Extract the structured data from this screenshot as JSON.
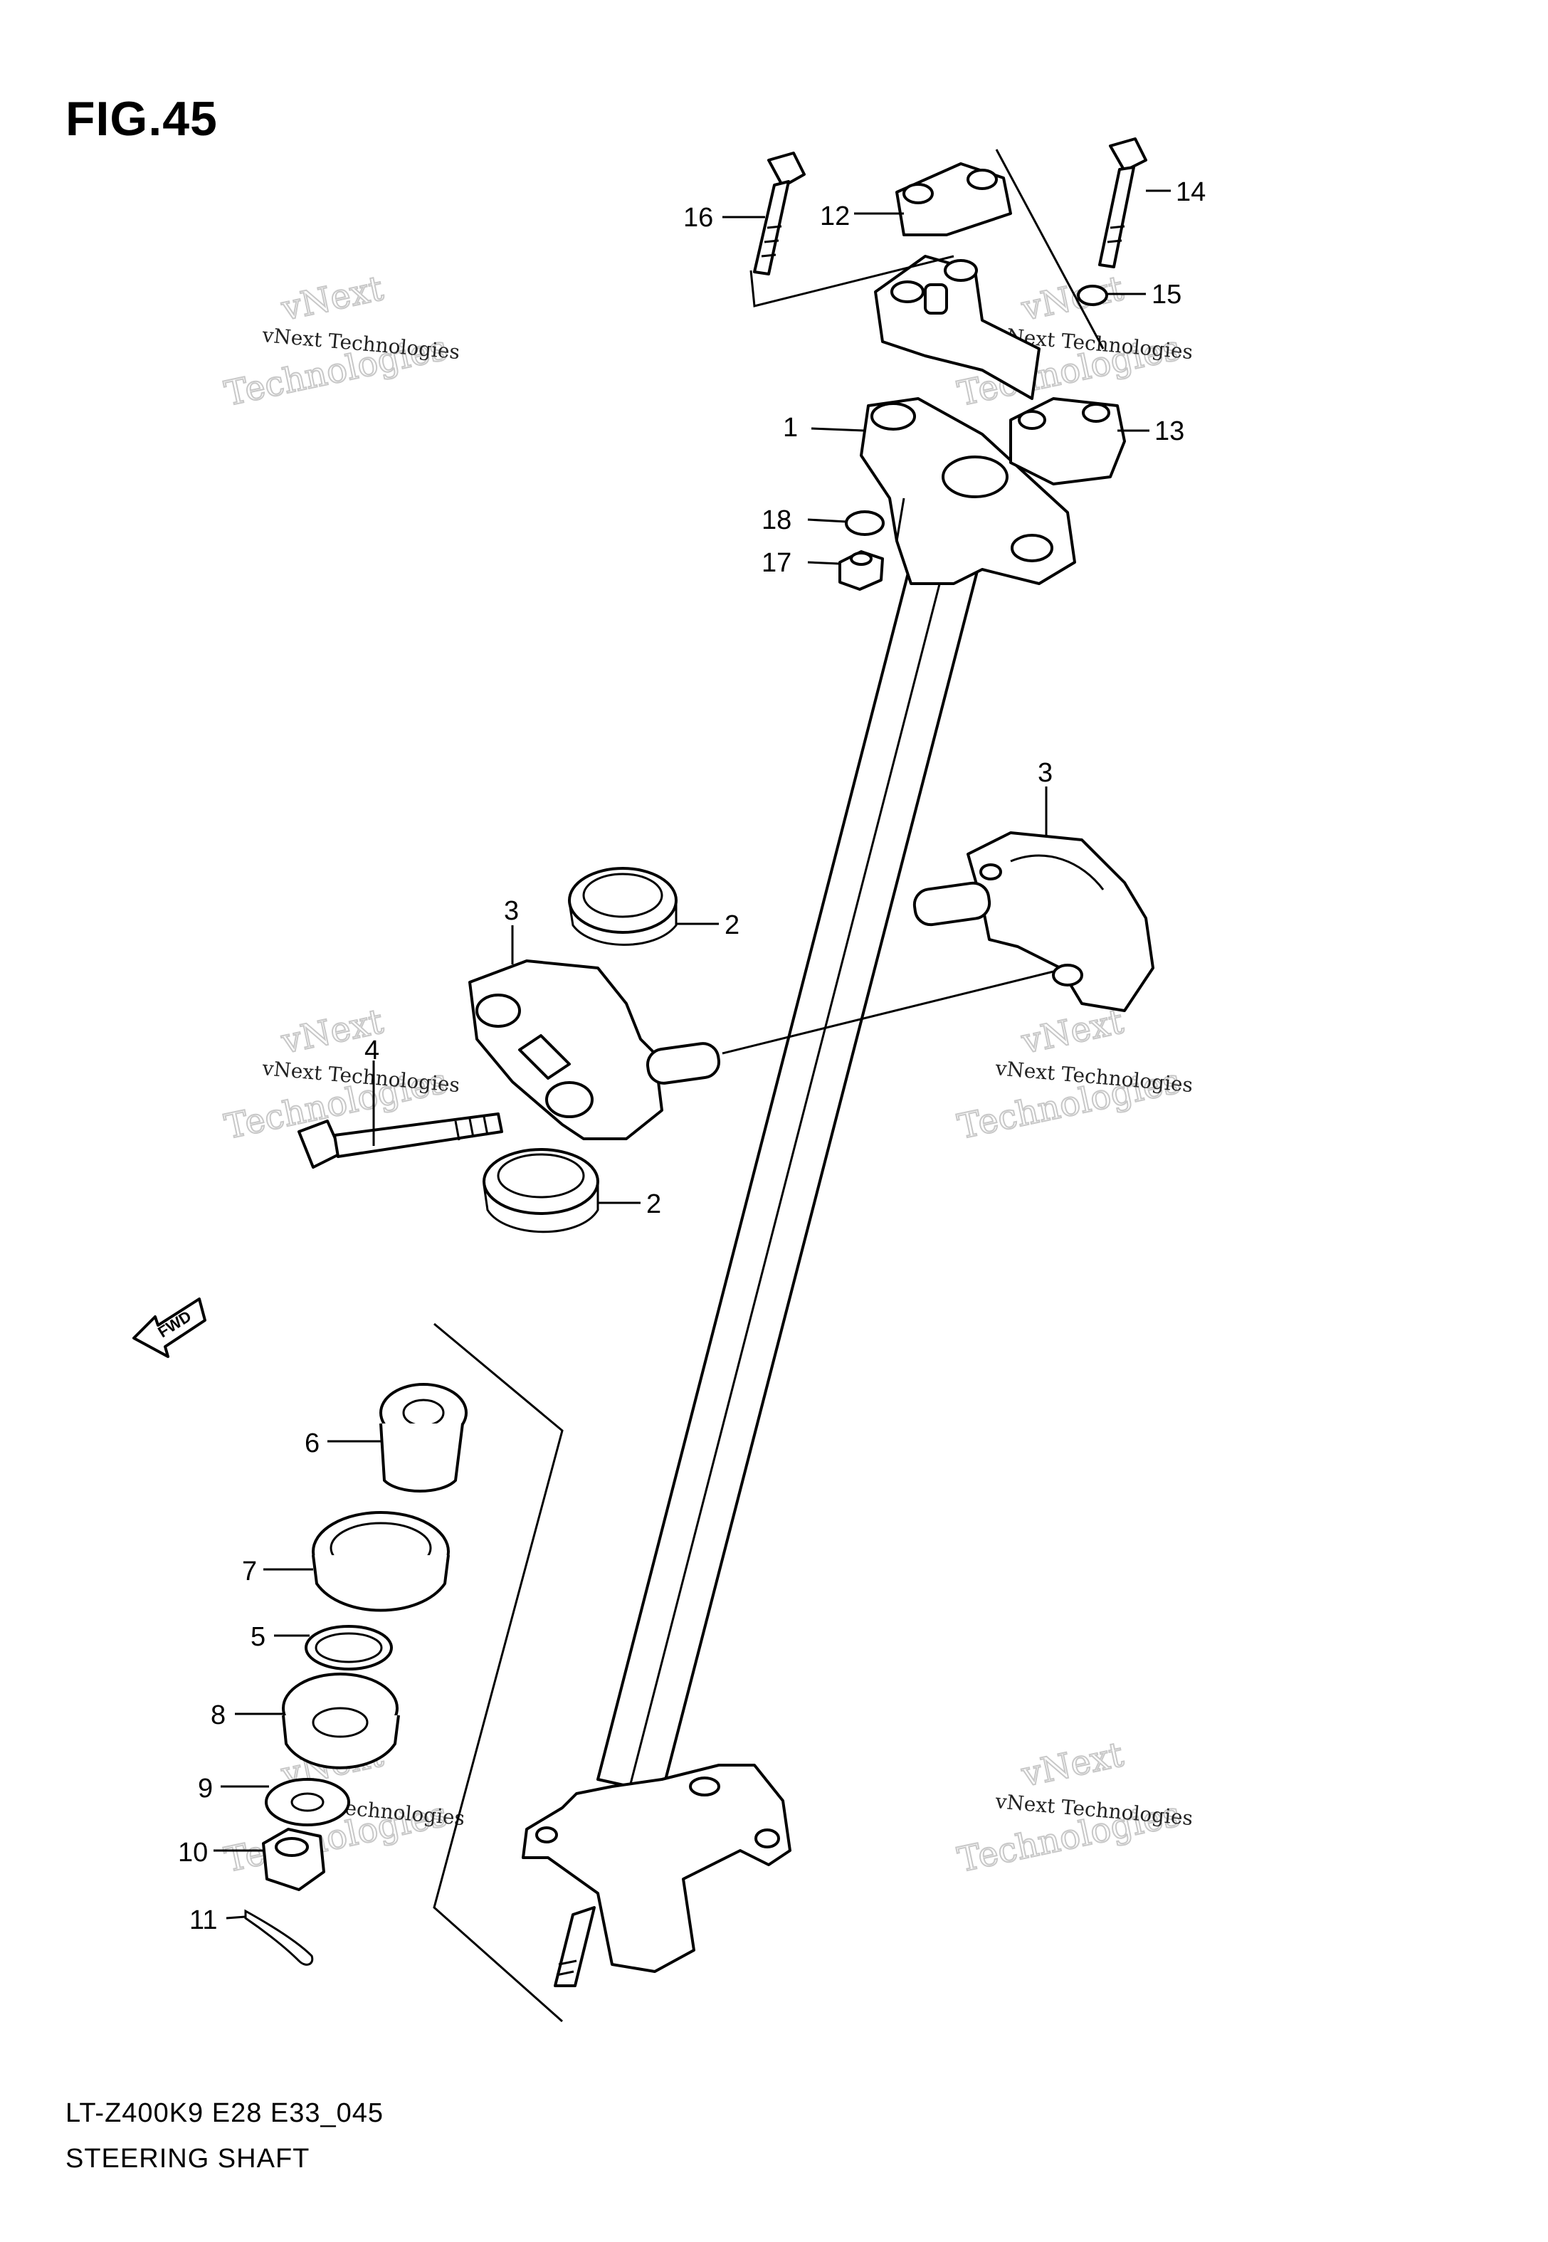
{
  "figure": {
    "title": "FIG.45"
  },
  "footer": {
    "code": "LT-Z400K9 E28 E33_045",
    "name": "STEERING SHAFT"
  },
  "fwd_label": "FWD",
  "watermark": {
    "line1": "vNext Technologies",
    "line2": "vNext",
    "line3": "Technologies"
  },
  "callouts": {
    "c1": "1",
    "c2a": "2",
    "c2b": "2",
    "c3a": "3",
    "c3b": "3",
    "c4": "4",
    "c5": "5",
    "c6": "6",
    "c7": "7",
    "c8": "8",
    "c9": "9",
    "c10": "10",
    "c11": "11",
    "c12": "12",
    "c13": "13",
    "c14": "14",
    "c15": "15",
    "c16": "16",
    "c17": "17",
    "c18": "18"
  }
}
